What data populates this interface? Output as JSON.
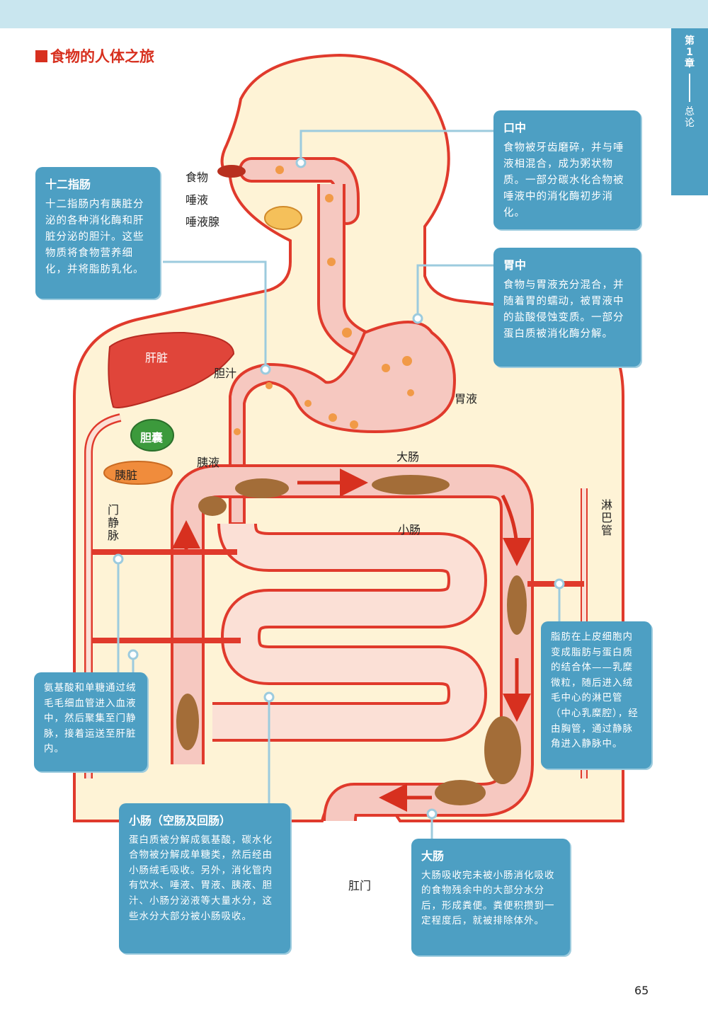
{
  "chapter": {
    "number": "第1章",
    "subtitle": "总论"
  },
  "title": "食物的人体之旅",
  "labels": {
    "food": "食物",
    "saliva": "唾液",
    "salivary_gland": "唾液腺",
    "liver": "肝脏",
    "bile": "胆汁",
    "gallbladder": "胆囊",
    "pancreas": "胰脏",
    "pancreatic_juice": "胰液",
    "gastric_juice": "胃液",
    "large_intestine": "大肠",
    "small_intestine": "小肠",
    "portal_vein": "门静脉",
    "lymph_duct": "淋巴管",
    "anus": "肛门"
  },
  "boxes": {
    "mouth": {
      "heading": "口中",
      "text": "食物被牙齿磨碎，并与唾液相混合，成为粥状物质。一部分碳水化合物被唾液中的消化酶初步消化。"
    },
    "duodenum": {
      "heading": "十二指肠",
      "text": "十二指肠内有胰脏分泌的各种消化酶和肝脏分泌的胆汁。这些物质将食物营养细化，并将脂肪乳化。"
    },
    "stomach": {
      "heading": "胃中",
      "text": "食物与胃液充分混合，并随着胃的蠕动，被胃液中的盐酸侵蚀变质。一部分蛋白质被消化酶分解。"
    },
    "fat": {
      "heading": "",
      "text": "脂肪在上皮细胞内变成脂肪与蛋白质的结合体——乳糜微粒，随后进入绒毛中心的淋巴管（中心乳糜腔），经由胸管，通过静脉角进入静脉中。"
    },
    "amino": {
      "heading": "",
      "text": "氨基酸和单糖通过绒毛毛细血管进入血液中，然后聚集至门静脉，接着运送至肝脏内。"
    },
    "small": {
      "heading": "小肠（空肠及回肠）",
      "text": "蛋白质被分解成氨基酸，碳水化合物被分解成单糖类，然后经由小肠绒毛吸收。另外，消化管内有饮水、唾液、胃液、胰液、胆汁、小肠分泌液等大量水分，这些水分大部分被小肠吸收。"
    },
    "large": {
      "heading": "大肠",
      "text": "大肠吸收完未被小肠消化吸收的食物残余中的大部分水分后，形成粪便。粪便积攒到一定程度后，就被排除体外。"
    }
  },
  "page_number": "65",
  "colors": {
    "accent": "#d7301f",
    "box": "#4d9fc3",
    "body_fill": "#fef3d6",
    "tract": "#f6c8c0",
    "outline": "#e03a2c"
  }
}
